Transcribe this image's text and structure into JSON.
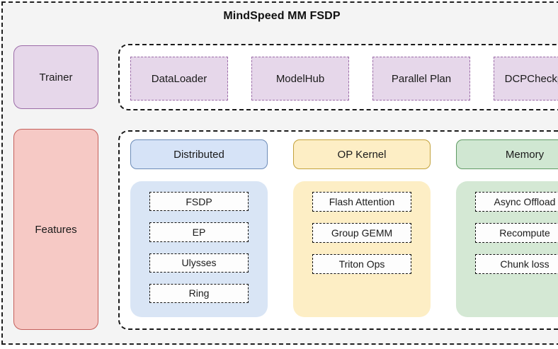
{
  "title": "MindSpeed MM FSDP",
  "spine": [
    {
      "label": "Trainer",
      "color": "#e6d7ea"
    },
    {
      "label": "Features",
      "color": "#f6c9c5"
    }
  ],
  "trainer_group": {
    "chips": [
      {
        "label": "DataLoader"
      },
      {
        "label": "ModelHub"
      },
      {
        "label": "Parallel Plan"
      },
      {
        "label": "DCPCheckpoint"
      }
    ]
  },
  "features_group": {
    "columns": [
      {
        "header": "Distributed",
        "accent": "#d6e3f7",
        "items": [
          {
            "label": "FSDP"
          },
          {
            "label": "EP"
          },
          {
            "label": "Ulysses"
          },
          {
            "label": "Ring"
          }
        ]
      },
      {
        "header": "OP Kernel",
        "accent": "#fdeec5",
        "items": [
          {
            "label": "Flash Attention"
          },
          {
            "label": "Group GEMM"
          },
          {
            "label": "Triton Ops"
          }
        ]
      },
      {
        "header": "Memory",
        "accent": "#d0e7d2",
        "items": [
          {
            "label": "Async Offload"
          },
          {
            "label": "Recompute"
          },
          {
            "label": "Chunk loss"
          }
        ]
      }
    ]
  }
}
